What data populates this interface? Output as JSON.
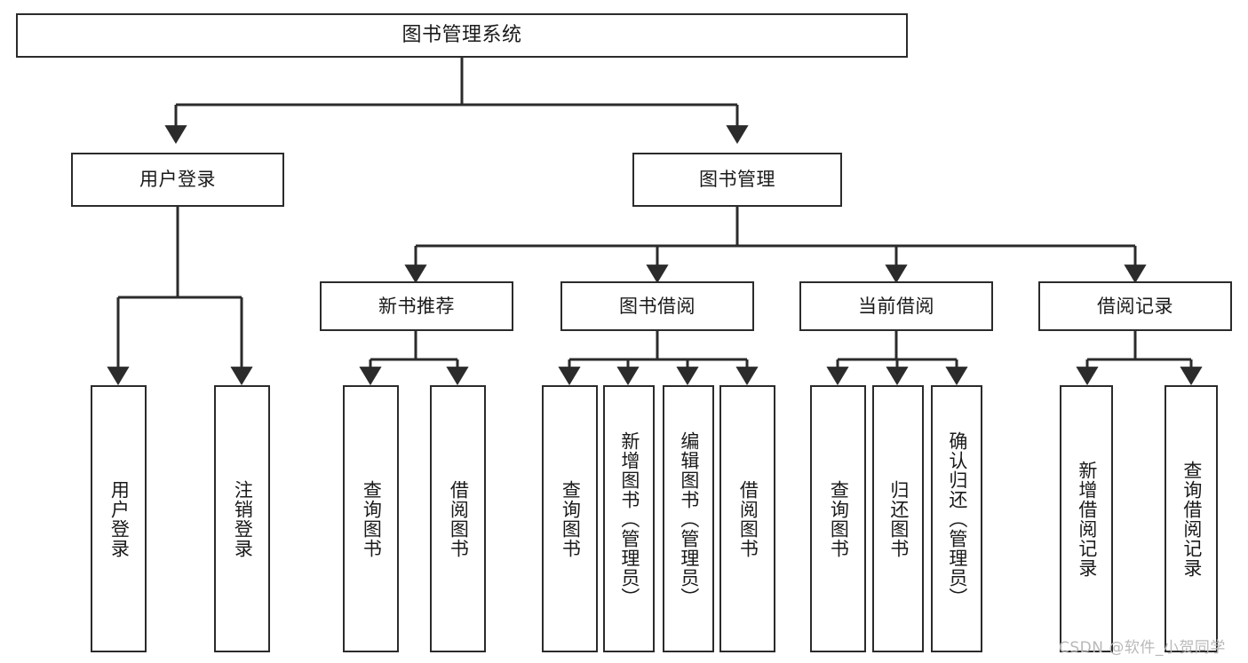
{
  "diagram": {
    "title": "图书管理系统",
    "type": "hierarchy-tree",
    "stroke_color": "#2b2b2b",
    "fill_color": "#ffffff",
    "text_color": "#1a1a1a"
  },
  "root": {
    "label": "图书管理系统"
  },
  "level1": [
    {
      "label": "用户登录"
    },
    {
      "label": "图书管理"
    }
  ],
  "level2": [
    {
      "label": "新书推荐"
    },
    {
      "label": "图书借阅"
    },
    {
      "label": "当前借阅"
    },
    {
      "label": "借阅记录"
    }
  ],
  "leaves": {
    "user_login": [
      {
        "label": "用户登录"
      },
      {
        "label": "注销登录"
      }
    ],
    "new_book": [
      {
        "label": "查询图书"
      },
      {
        "label": "借阅图书"
      }
    ],
    "book_borrow": [
      {
        "label": "查询图书"
      },
      {
        "label": "新增图书（管理员）"
      },
      {
        "label": "编辑图书（管理员）"
      },
      {
        "label": "借阅图书"
      }
    ],
    "current_borrow": [
      {
        "label": "查询图书"
      },
      {
        "label": "归还图书"
      },
      {
        "label": "确认归还（管理员）"
      }
    ],
    "borrow_record": [
      {
        "label": "新增借阅记录"
      },
      {
        "label": "查询借阅记录"
      }
    ]
  },
  "watermark": {
    "text": "CSDN @软件_小贺同学"
  }
}
